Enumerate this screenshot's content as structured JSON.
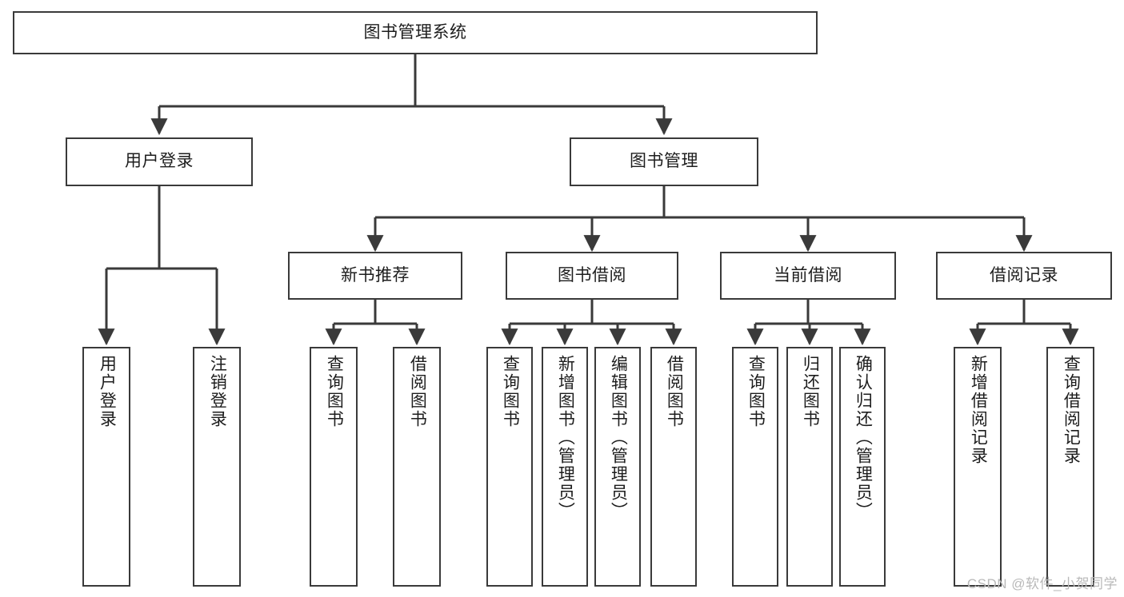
{
  "diagram": {
    "type": "tree-hierarchy",
    "title": "图书管理系统",
    "root": {
      "id": "root",
      "label": "图书管理系统"
    },
    "level2": [
      {
        "id": "user-login",
        "label": "用户登录"
      },
      {
        "id": "book-manage",
        "label": "图书管理"
      }
    ],
    "level3": [
      {
        "id": "new-book-rec",
        "label": "新书推荐",
        "parent": "book-manage"
      },
      {
        "id": "book-borrow",
        "label": "图书借阅",
        "parent": "book-manage"
      },
      {
        "id": "current-borrow",
        "label": "当前借阅",
        "parent": "book-manage"
      },
      {
        "id": "borrow-record",
        "label": "借阅记录",
        "parent": "book-manage"
      }
    ],
    "leaves": {
      "user_login": [
        {
          "id": "leaf-user-login",
          "label": "用户登录"
        },
        {
          "id": "leaf-logout",
          "label": "注销登录"
        }
      ],
      "new_book_rec": [
        {
          "id": "leaf-query-book-1",
          "label": "查询图书"
        },
        {
          "id": "leaf-borrow-book-1",
          "label": "借阅图书"
        }
      ],
      "book_borrow": [
        {
          "id": "leaf-query-book-2",
          "label": "查询图书"
        },
        {
          "id": "leaf-add-book",
          "label": "新增图书（管理员）"
        },
        {
          "id": "leaf-edit-book",
          "label": "编辑图书（管理员）"
        },
        {
          "id": "leaf-borrow-book-2",
          "label": "借阅图书"
        }
      ],
      "current_borrow": [
        {
          "id": "leaf-query-book-3",
          "label": "查询图书"
        },
        {
          "id": "leaf-return-book",
          "label": "归还图书"
        },
        {
          "id": "leaf-confirm-return",
          "label": "确认归还（管理员）"
        }
      ],
      "borrow_record": [
        {
          "id": "leaf-add-record",
          "label": "新增借阅记录"
        },
        {
          "id": "leaf-query-record",
          "label": "查询借阅记录"
        }
      ]
    }
  },
  "watermark": {
    "text": "CSDN @软件_小贺同学"
  },
  "colors": {
    "border": "#3a3a3a",
    "text": "#1d1d1d",
    "background": "#ffffff",
    "watermark": "#b9b9b9"
  }
}
